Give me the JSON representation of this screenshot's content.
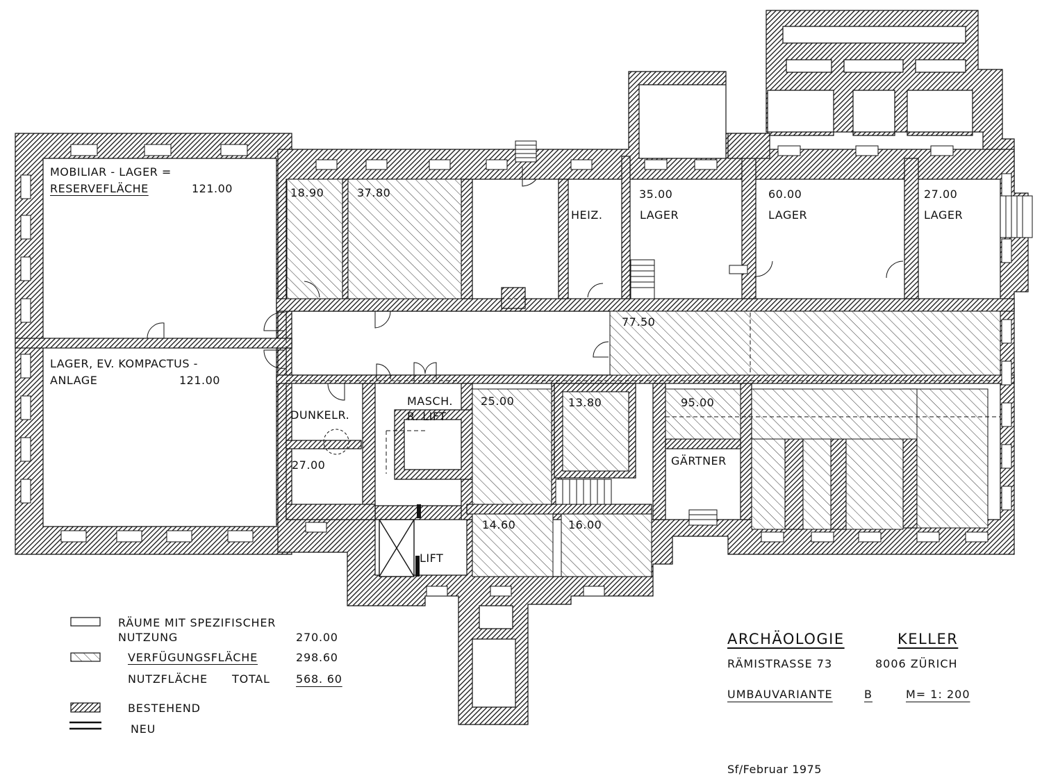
{
  "rooms": {
    "mobiliar_line1": "MOBILIAR - LAGER =",
    "mobiliar_line2": "RESERVEFLÄCHE",
    "mobiliar_area": "121.00",
    "lager_kompactus_line1": "LAGER, EV. KOMPACTUS -",
    "lager_kompactus_line2": "ANLAGE",
    "lager_kompactus_area": "121.00",
    "r1890": "18.90",
    "r3780": "37.80",
    "heiz": "HEIZ.",
    "lager35_area": "35.00",
    "lager35_label": "LAGER",
    "lager60_area": "60.00",
    "lager60_label": "LAGER",
    "lager27_area": "27.00",
    "lager27_label": "LAGER",
    "corridor_area": "77.50",
    "dunkelr": "DUNKELR.",
    "r2700": "27.00",
    "masch_line1": "MASCH.",
    "masch_line2": "R. LIFT",
    "r2500": "25.00",
    "r1380": "13.80",
    "r9500": "95.00",
    "gaertner": "GÄRTNER",
    "r1460": "14.60",
    "r1600": "16.00",
    "lift": "LIFT"
  },
  "legend": {
    "spezifisch_line1": "RÄUME MIT SPEZIFISCHER",
    "spezifisch_line2": "NUTZUNG",
    "spezifisch_value": "270.00",
    "verfuegung_label": "VERFÜGUNGSFLÄCHE",
    "verfuegung_value": "298.60",
    "total_label1": "NUTZFLÄCHE",
    "total_label2": "TOTAL",
    "total_value": "568. 60",
    "bestehend": "BESTEHEND",
    "neu": "NEU"
  },
  "title_block": {
    "title_left": "ARCHÄOLOGIE",
    "title_right": "KELLER",
    "street": "RÄMISTRASSE 73",
    "city": "8006 ZÜRICH",
    "variant": "UMBAUVARIANTE",
    "variant_letter": "B",
    "scale": "M= 1: 200",
    "signature": "Sf/Februar 1975"
  }
}
